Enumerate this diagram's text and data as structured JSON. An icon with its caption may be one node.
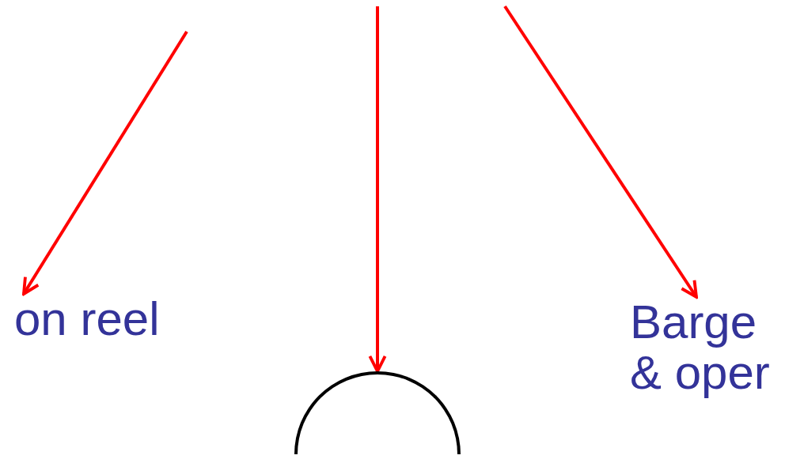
{
  "diagram": {
    "nodes": [
      {
        "text": [
          "on reel"
        ]
      },
      {
        "text": [],
        "shape": "circle"
      },
      {
        "text": [
          "Barge & oper"
        ]
      }
    ],
    "edges": [
      {
        "from": null,
        "to": 0,
        "arrow": "to"
      },
      {
        "from": null,
        "to": 1,
        "arrow": "to"
      },
      {
        "from": null,
        "to": 2,
        "arrow": "to"
      }
    ]
  }
}
